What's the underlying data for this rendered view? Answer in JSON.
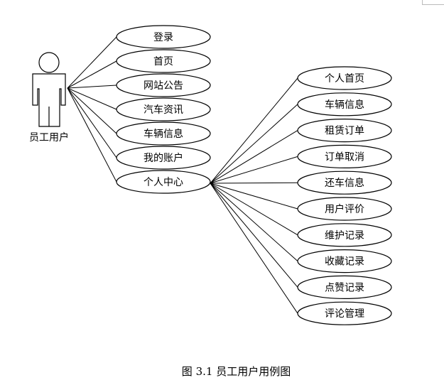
{
  "actor": {
    "label": "员工用户"
  },
  "primary_use_cases": [
    {
      "id": "uc-login",
      "label": "登录"
    },
    {
      "id": "uc-home",
      "label": "首页"
    },
    {
      "id": "uc-notice",
      "label": "网站公告"
    },
    {
      "id": "uc-news",
      "label": "汽车资讯"
    },
    {
      "id": "uc-vehicle",
      "label": "车辆信息"
    },
    {
      "id": "uc-account",
      "label": "我的账户"
    },
    {
      "id": "uc-center",
      "label": "个人中心"
    }
  ],
  "center_use_cases": [
    {
      "id": "uc-personal-home",
      "label": "个人首页"
    },
    {
      "id": "uc-vehicle-info",
      "label": "车辆信息"
    },
    {
      "id": "uc-rent-order",
      "label": "租赁订单"
    },
    {
      "id": "uc-order-cancel",
      "label": "订单取消"
    },
    {
      "id": "uc-return",
      "label": "还车信息"
    },
    {
      "id": "uc-review",
      "label": "用户评价"
    },
    {
      "id": "uc-maintenance",
      "label": "维护记录"
    },
    {
      "id": "uc-favorites",
      "label": "收藏记录"
    },
    {
      "id": "uc-likes",
      "label": "点赞记录"
    },
    {
      "id": "uc-review-manage",
      "label": "评论管理"
    }
  ],
  "caption": "图 3.1 员工用户用例图"
}
